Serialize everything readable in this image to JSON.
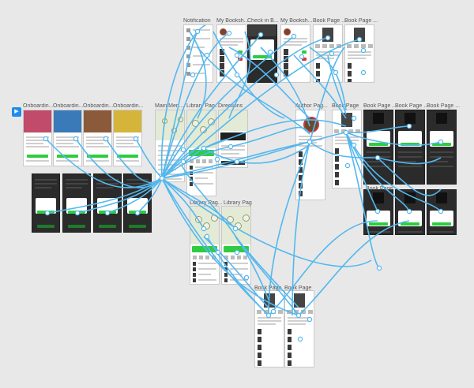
{
  "app": {
    "accent": "#1e8cf0",
    "wire_color": "#54b8ee",
    "canvas_bg": "#e8e8e8",
    "play_icon": "play-icon"
  },
  "artboards": [
    {
      "id": "notification",
      "label": "Notification",
      "theme": "light"
    },
    {
      "id": "my-bookshelf-1",
      "label": "My Booksh...",
      "theme": "light"
    },
    {
      "id": "check-in",
      "label": "Check in B...",
      "theme": "dark"
    },
    {
      "id": "my-bookshelf-2",
      "label": "My Booksh...",
      "theme": "light"
    },
    {
      "id": "book-page-top-1",
      "label": "Book Page ...",
      "theme": "light"
    },
    {
      "id": "book-page-top-2",
      "label": "Book Page ...",
      "theme": "light"
    },
    {
      "id": "onboarding-1",
      "label": "Onboardin...",
      "theme": "light"
    },
    {
      "id": "onboarding-2",
      "label": "Onboardin...",
      "theme": "light"
    },
    {
      "id": "onboarding-3",
      "label": "Onboardin...",
      "theme": "light"
    },
    {
      "id": "onboarding-4",
      "label": "Onboardin...",
      "theme": "light"
    },
    {
      "id": "onboarding-dark-1",
      "label": "",
      "theme": "dark"
    },
    {
      "id": "onboarding-dark-2",
      "label": "",
      "theme": "dark"
    },
    {
      "id": "onboarding-dark-3",
      "label": "",
      "theme": "dark"
    },
    {
      "id": "onboarding-dark-4",
      "label": "",
      "theme": "dark"
    },
    {
      "id": "main-menu",
      "label": "Main Men...",
      "theme": "light"
    },
    {
      "id": "library-page-1",
      "label": "Library Pag...",
      "theme": "light"
    },
    {
      "id": "directions",
      "label": "Directions",
      "theme": "light"
    },
    {
      "id": "author-page",
      "label": "Author Pag...",
      "theme": "light"
    },
    {
      "id": "book-page-mid-1",
      "label": "Book Page",
      "theme": "light"
    },
    {
      "id": "book-page-mid-2",
      "label": "Book Page ...",
      "theme": "dark"
    },
    {
      "id": "book-page-mid-3",
      "label": "Book Page ...",
      "theme": "dark"
    },
    {
      "id": "book-page-mid-4",
      "label": "Book Page ...",
      "theme": "dark"
    },
    {
      "id": "book-page-low-1",
      "label": "Book Page",
      "theme": "dark"
    },
    {
      "id": "book-page-low-2",
      "label": "",
      "theme": "dark"
    },
    {
      "id": "book-page-low-3",
      "label": "",
      "theme": "dark"
    },
    {
      "id": "library-page-2",
      "label": "Library Pag...",
      "theme": "light"
    },
    {
      "id": "library-page-3",
      "label": "Library Pag",
      "theme": "light"
    },
    {
      "id": "book-page-bottom-1",
      "label": "Book Page",
      "theme": "light"
    },
    {
      "id": "book-page-bottom-2",
      "label": "Book Page",
      "theme": "light"
    }
  ]
}
